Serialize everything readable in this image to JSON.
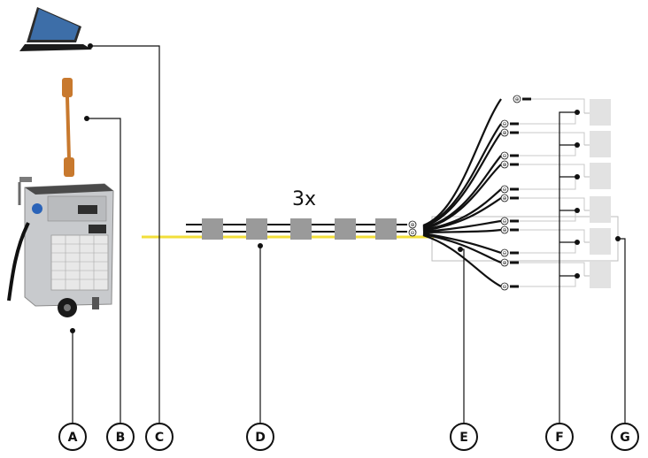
{
  "multiplier_label": "3x",
  "callouts": [
    {
      "letter": "A",
      "target": "welding-machine"
    },
    {
      "letter": "B",
      "target": "connector-cable"
    },
    {
      "letter": "C",
      "target": "laptop"
    },
    {
      "letter": "D",
      "target": "extension-cables"
    },
    {
      "letter": "E",
      "target": "cable-fan-out"
    },
    {
      "letter": "F",
      "target": "pipe-heaters"
    },
    {
      "letter": "G",
      "target": "pipe-heater-group"
    }
  ],
  "polarity": {
    "plus": "⊕",
    "minus": "⊖"
  },
  "colors": {
    "line": "#222222",
    "sleeve": "#9a9a9a",
    "ground_wire": "#f2df3a",
    "machine_body": "#c8cacd",
    "plug": "#c8792e",
    "screen": "#3d6ea8",
    "pad": "#e2e2e2"
  }
}
